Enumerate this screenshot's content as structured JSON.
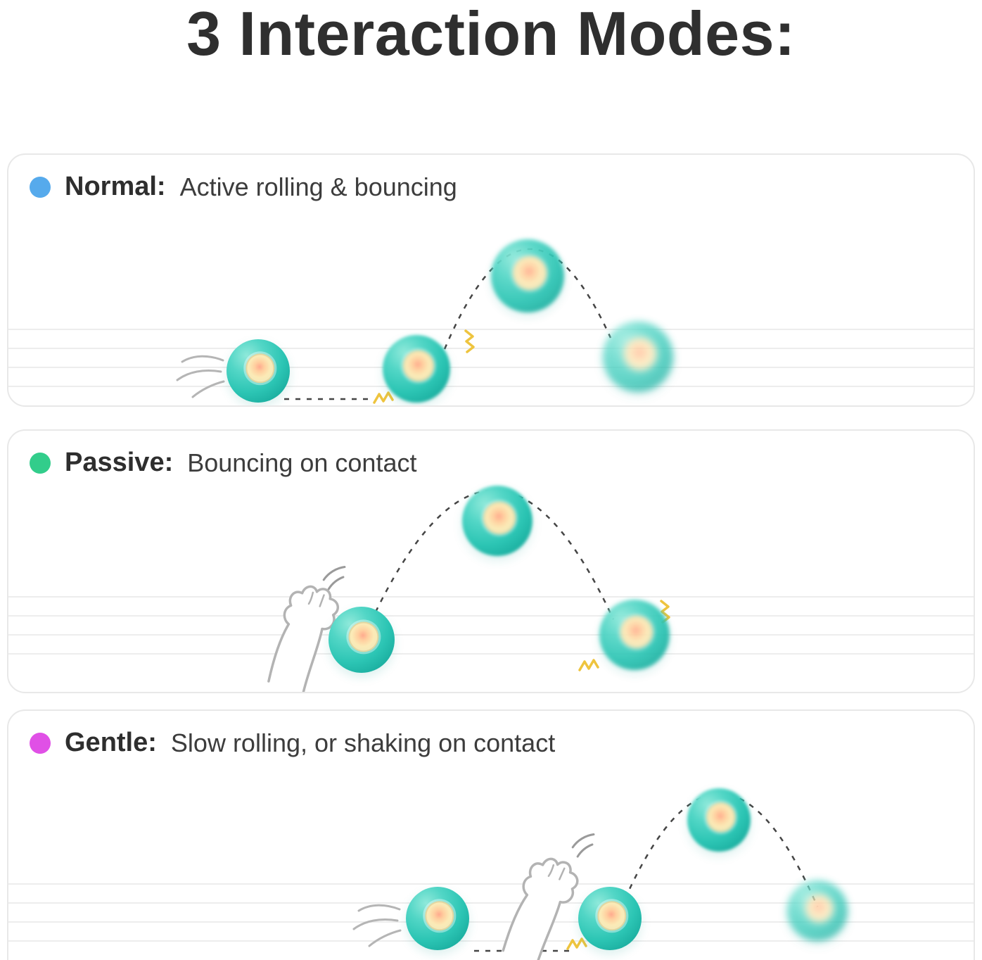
{
  "page": {
    "title": "3 Interaction Modes:"
  },
  "modes": [
    {
      "name": "normal",
      "label": "Normal:",
      "description": "Active rolling & bouncing",
      "dot_color": "#56aaec"
    },
    {
      "name": "passive",
      "label": "Passive:",
      "description": "Bouncing on contact",
      "dot_color": "#32cd8b"
    },
    {
      "name": "gentle",
      "label": "Gentle:",
      "description": "Slow rolling, or shaking on contact",
      "dot_color": "#e050e6"
    }
  ],
  "illustration_colors": {
    "ball_body": "#2cc5b4",
    "ball_center_glow": "#fbeab6",
    "trajectory_line": "#454545",
    "impact_marks": "#eec43e",
    "card_border": "#e8e8e8",
    "floor_line": "#ededed",
    "title_text": "#2f2f2f"
  }
}
